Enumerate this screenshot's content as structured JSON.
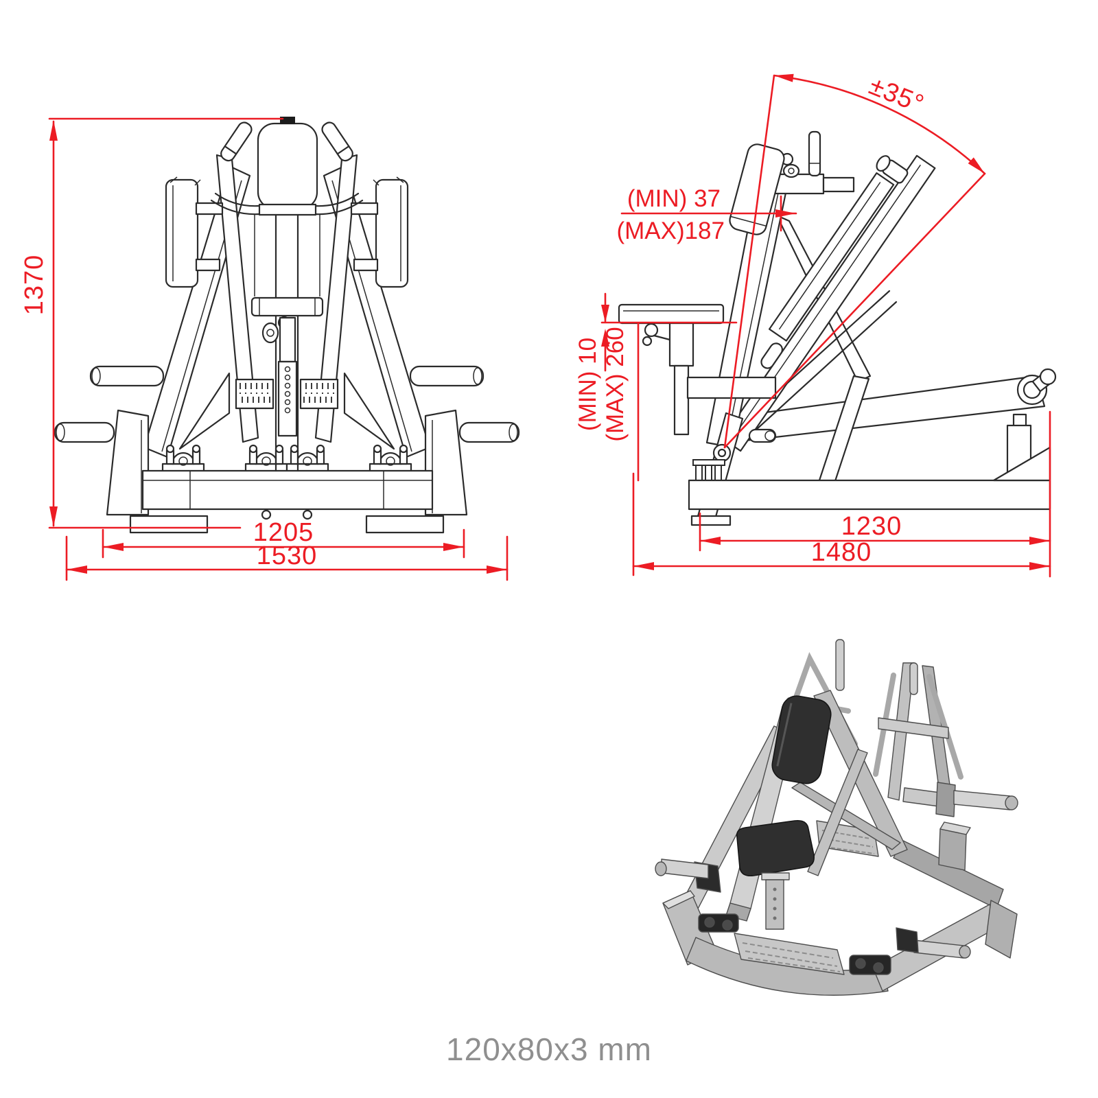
{
  "caption": {
    "text": "120x80x3 mm",
    "color": "#8f8f8f"
  },
  "colors": {
    "dimension_red": "#ec1c24",
    "drawing_line": "#2b2b2b",
    "iso_fill": "#c6c6c6",
    "pad_black": "#2f2f2f"
  },
  "front_view": {
    "label": "front-elevation-drawing",
    "dims": {
      "height": "1370",
      "inner_width": "1205",
      "overall_width": "1530"
    }
  },
  "side_view": {
    "label": "side-elevation-drawing",
    "dims": {
      "swing_angle": "±35°",
      "handle_min": "(MIN) 37",
      "handle_max": "(MAX)187",
      "seat_min": "(MIN) 10",
      "seat_max": "(MAX) 260",
      "inner_depth": "1230",
      "overall_depth": "1480"
    }
  },
  "isometric_view": {
    "label": "isometric-3d-view"
  }
}
